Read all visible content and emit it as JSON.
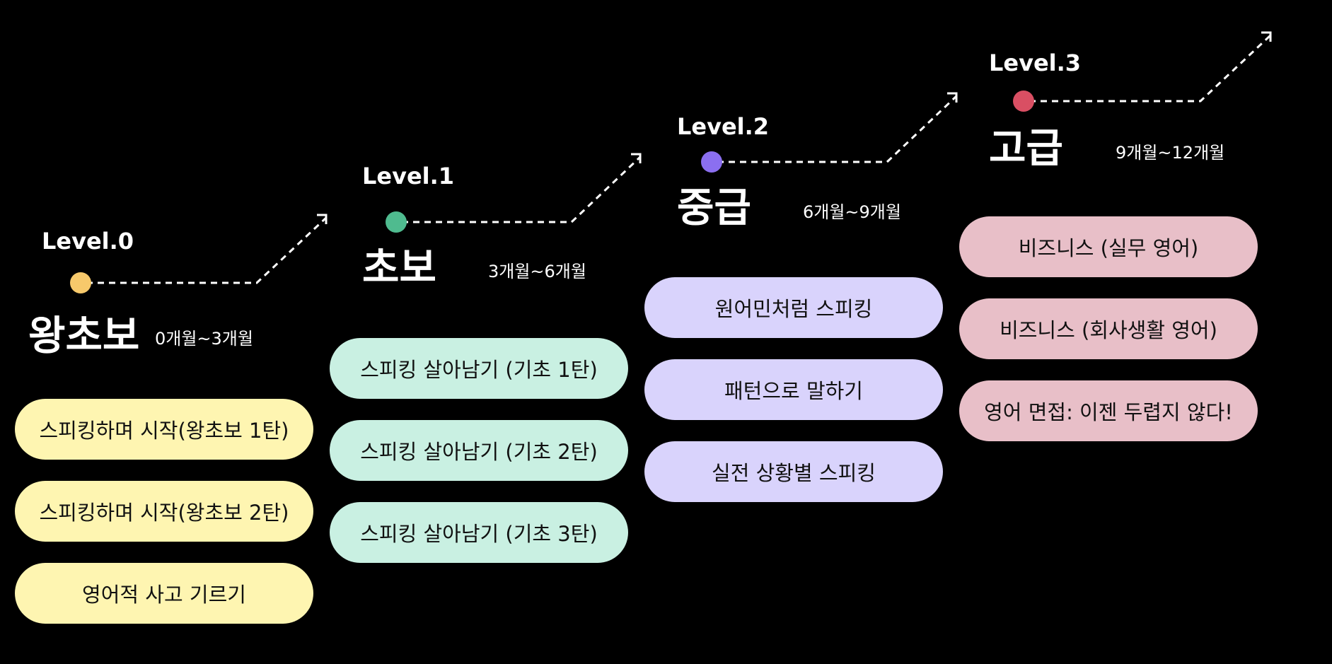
{
  "levels": [
    {
      "label": "Level.0",
      "name": "왕초보",
      "duration": "0개월~3개월",
      "dot_color": "#F7C96B",
      "pill_color": "#FEF5B1",
      "courses": [
        "스피킹하며 시작(왕초보 1탄)",
        "스피킹하며 시작(왕초보 2탄)",
        "영어적 사고 기르기"
      ]
    },
    {
      "label": "Level.1",
      "name": "초보",
      "duration": "3개월~6개월",
      "dot_color": "#4FBB8F",
      "pill_color": "#C9F0E2",
      "courses": [
        "스피킹 살아남기 (기초 1탄)",
        "스피킹 살아남기 (기초 2탄)",
        "스피킹 살아남기 (기초 3탄)"
      ]
    },
    {
      "label": "Level.2",
      "name": "중급",
      "duration": "6개월~9개월",
      "dot_color": "#8B6FF0",
      "pill_color": "#D9D3FC",
      "courses": [
        "원어민처럼 스피킹",
        "패턴으로 말하기",
        "실전 상황별 스피킹"
      ]
    },
    {
      "label": "Level.3",
      "name": "고급",
      "duration": "9개월~12개월",
      "dot_color": "#D94F63",
      "pill_color": "#E8BFC8",
      "courses": [
        "비즈니스 (실무 영어)",
        "비즈니스 (회사생활 영어)",
        "영어 면접: 이젠 두렵지 않다!"
      ]
    }
  ]
}
